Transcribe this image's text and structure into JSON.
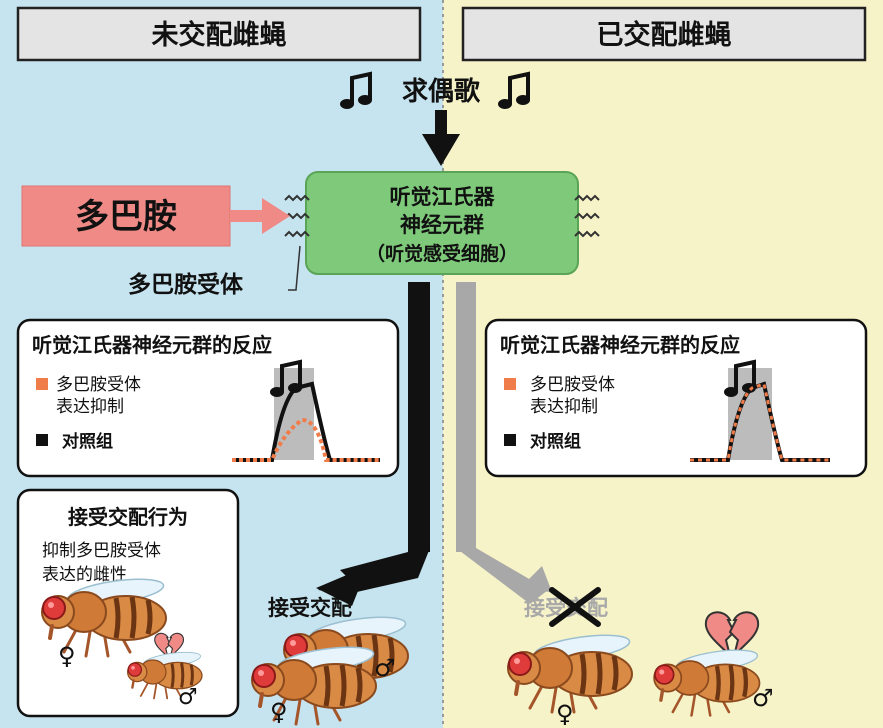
{
  "colors": {
    "left_bg": "#c6e4ef",
    "right_bg": "#f7f3c8",
    "header_box": "#e4e4e4",
    "neuron_green": "#7ec97a",
    "dopamine_pink": "#f08a86",
    "knockdown_orange": "#f07c4a",
    "control_black": "#111111",
    "gray_arrow": "#a8a8a8"
  },
  "headers": {
    "left": "未交配雌蝇",
    "right": "已交配雌蝇"
  },
  "song": {
    "label": "求偶歌"
  },
  "neuron": {
    "line1": "听觉江氏器",
    "line2": "神经元群",
    "line3": "（听觉感受细胞）"
  },
  "dopamine": {
    "label": "多巴胺",
    "receptor_label": "多巴胺受体"
  },
  "response_left": {
    "title": "听觉江氏器神经元群的反应",
    "legend_kd_line1": "多巴胺受体",
    "legend_kd_line2": "表达抑制",
    "legend_ctrl": "对照组"
  },
  "response_right": {
    "title": "听觉江氏器神经元群的反应",
    "legend_kd_line1": "多巴胺受体",
    "legend_kd_line2": "表达抑制",
    "legend_ctrl": "对照组"
  },
  "behavior_box": {
    "title": "接受交配行为",
    "line1": "抑制多巴胺受体",
    "line2": "表达的雌性"
  },
  "outcomes": {
    "accept": "接受交配",
    "reject": "接受交配"
  },
  "symbols": {
    "female": "♀",
    "male": "♂"
  },
  "icons": [
    "music-note-icon",
    "broken-heart-icon",
    "fly-icon",
    "arrow-icon"
  ]
}
